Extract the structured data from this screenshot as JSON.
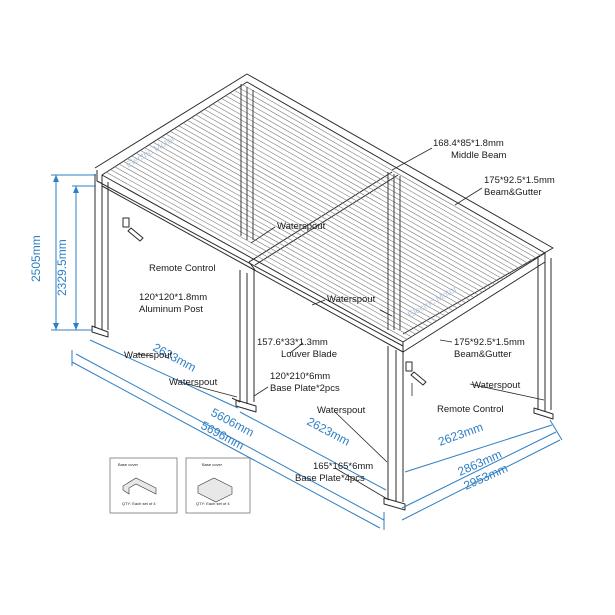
{
  "colors": {
    "dimension": "#2f7fc4",
    "structure": "#2b2b2b",
    "text": "#1a1a1a"
  },
  "labels": {
    "middle_beam_size": "168.4*85*1.8mm",
    "middle_beam_name": "Middle Beam",
    "beam_gutter_top_size": "175*92.5*1.5mm",
    "beam_gutter_top_name": "Beam&Gutter",
    "waterspout_center": "Waterspout",
    "remote_control_left": "Remote Control",
    "waterspout_mid": "Waterspout",
    "post_size": "120*120*1.8mm",
    "post_name": "Aluminum Post",
    "louver_size": "157.6*33*1.3mm",
    "louver_name": "Louver Blade",
    "beam_gutter_right_size": "175*92.5*1.5mm",
    "beam_gutter_right_name": "Beam&Gutter",
    "waterspout_left": "Waterspout",
    "waterspout_front_left": "Waterspout",
    "base_plate_small_size": "120*210*6mm",
    "base_plate_small_name": "Base Plate*2pcs",
    "waterspout_right": "Waterspout",
    "remote_control_right": "Remote Control",
    "waterspout_front": "Waterspout",
    "base_plate_large_size": "165*165*6mm",
    "base_plate_large_name": "Base Plate*4pcs"
  },
  "dimensions": {
    "height_total": "2505mm",
    "height_clear": "2329.5mm",
    "width_left_a": "2623mm",
    "width_left_b": "2623mm",
    "length_inner": "5606mm",
    "length_outer": "5696mm",
    "width_right_a": "2623mm",
    "depth_inner": "2863mm",
    "depth_outer": "2953mm"
  },
  "watermark": {
    "text_1": "Electric Motor",
    "text_2": "Electric Motor"
  },
  "insets": [
    {
      "title": "Base cover",
      "qty": "QTY:  Each set of 4"
    },
    {
      "title": "Base cover",
      "qty": "QTY:  Each set of 4"
    }
  ]
}
